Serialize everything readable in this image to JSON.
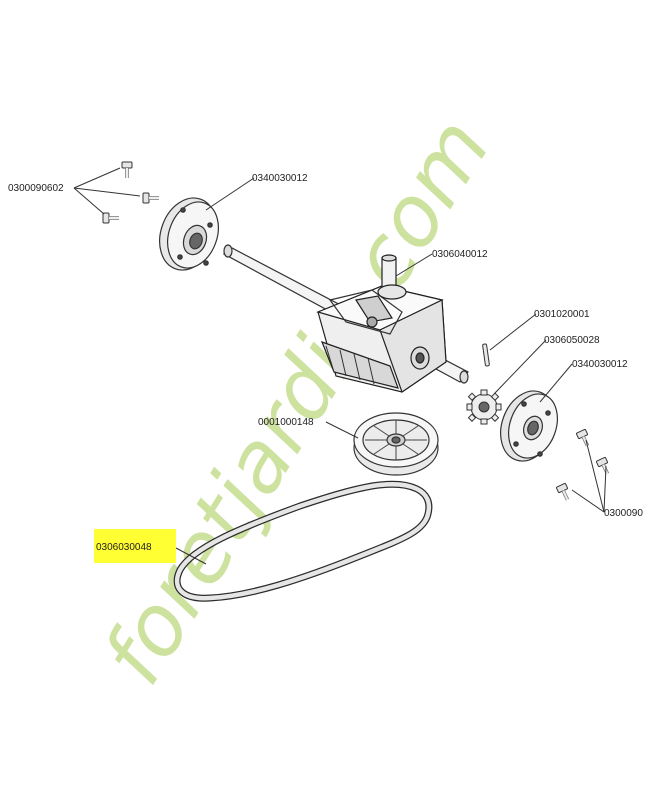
{
  "watermark": {
    "brand_text": "foretjardin.com",
    "colors": {
      "green": "#c6dd8f",
      "tan": "#e6d7b8",
      "orange": "#f0b27a"
    }
  },
  "highlight_color": "#ffff33",
  "parts": [
    {
      "id": "bolts-left",
      "label": "0300090602",
      "icon": "bolt-icon"
    },
    {
      "id": "hub-left",
      "label": "0340030012",
      "icon": "wheel-hub-icon"
    },
    {
      "id": "gearbox",
      "label": "0306040012",
      "icon": "gearbox-icon"
    },
    {
      "id": "pin",
      "label": "0301020001",
      "icon": "pin-icon"
    },
    {
      "id": "pinion",
      "label": "0306050028",
      "icon": "pinion-gear-icon"
    },
    {
      "id": "hub-right",
      "label": "0340030012",
      "icon": "wheel-hub-icon"
    },
    {
      "id": "pulley",
      "label": "0001000148",
      "icon": "pulley-icon"
    },
    {
      "id": "bolts-right",
      "label": "0300090",
      "icon": "bolt-icon"
    },
    {
      "id": "belt",
      "label": "0306030048",
      "icon": "v-belt-icon",
      "highlighted": true
    }
  ]
}
